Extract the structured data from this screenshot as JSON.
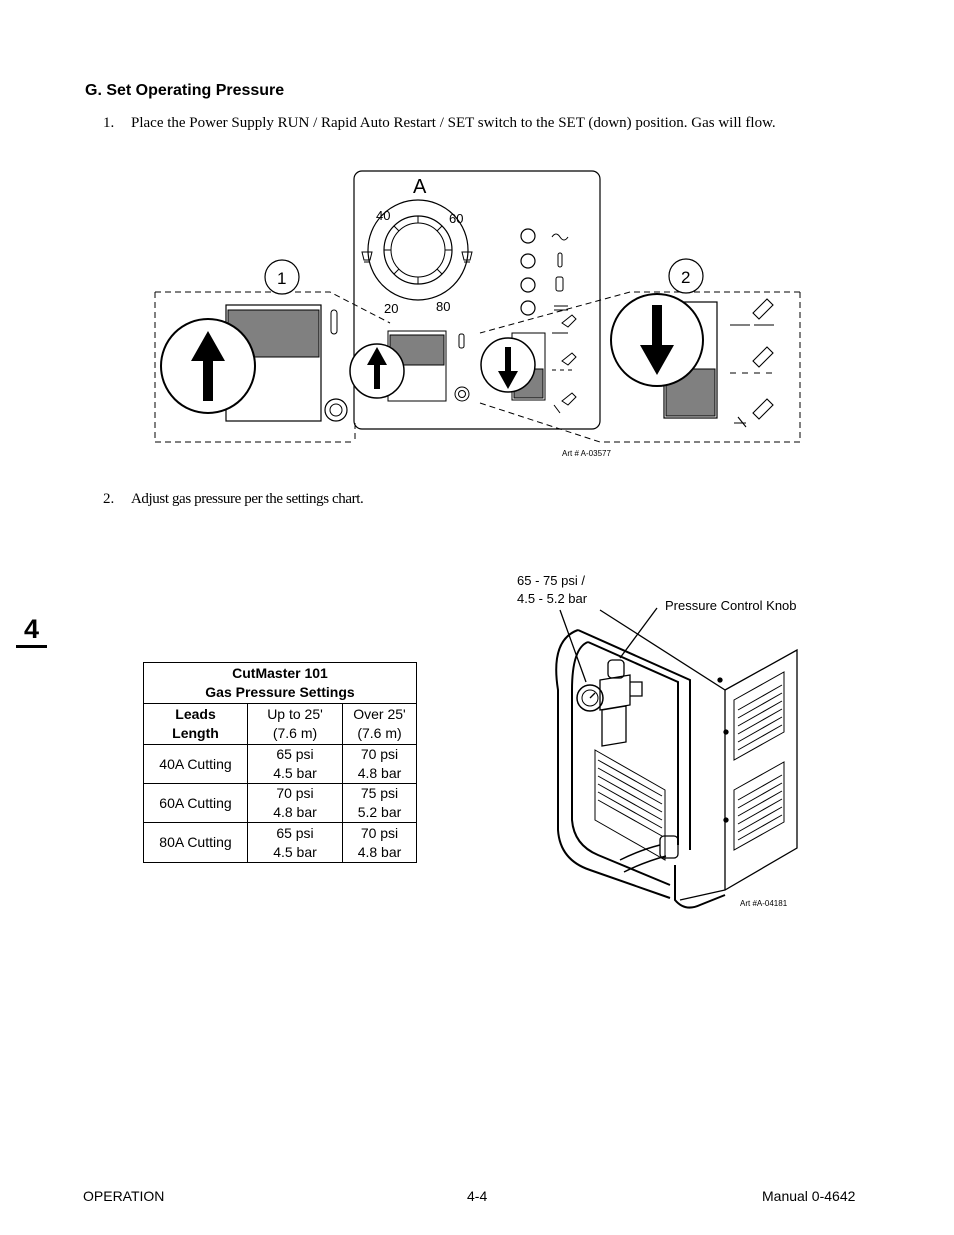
{
  "section": {
    "heading": "G.  Set Operating Pressure"
  },
  "steps": [
    {
      "num": "1.",
      "text": "Place the Power Supply RUN / Rapid Auto Restart / SET switch to the SET (down) position. Gas will flow."
    },
    {
      "num": "2.",
      "text": "Adjust gas pressure per the settings chart."
    }
  ],
  "panel_figure": {
    "label_a": "A",
    "dial_labels": [
      "40",
      "60",
      "20",
      "80"
    ],
    "callouts": [
      "1",
      "2"
    ],
    "art_number": "Art # A-03577"
  },
  "chapter_tab": "4",
  "table": {
    "title_line1": "CutMaster 101",
    "title_line2": "Gas Pressure Settings",
    "headers": [
      {
        "line1": "Leads",
        "line2": "Length"
      },
      {
        "line1": "Up to 25'",
        "line2": "(7.6 m)"
      },
      {
        "line1": "Over 25'",
        "line2": "(7.6 m)"
      }
    ],
    "rows": [
      {
        "label": "40A Cutting",
        "c1": [
          "65 psi",
          "4.5 bar"
        ],
        "c2": [
          "70 psi",
          "4.8 bar"
        ]
      },
      {
        "label": "60A Cutting",
        "c1": [
          "70 psi",
          "4.8 bar"
        ],
        "c2": [
          "75 psi",
          "5.2 bar"
        ]
      },
      {
        "label": "80A Cutting",
        "c1": [
          "65 psi",
          "4.5 bar"
        ],
        "c2": [
          "70 psi",
          "4.8 bar"
        ]
      }
    ]
  },
  "machine_figure": {
    "callout_psi_line1": "65 - 75 psi /",
    "callout_psi_line2": "4.5 - 5.2 bar",
    "callout_knob": "Pressure Control Knob",
    "art_number": "Art #A-04181"
  },
  "footer": {
    "left": "OPERATION",
    "center": "4-4",
    "right": "Manual 0-4642"
  }
}
